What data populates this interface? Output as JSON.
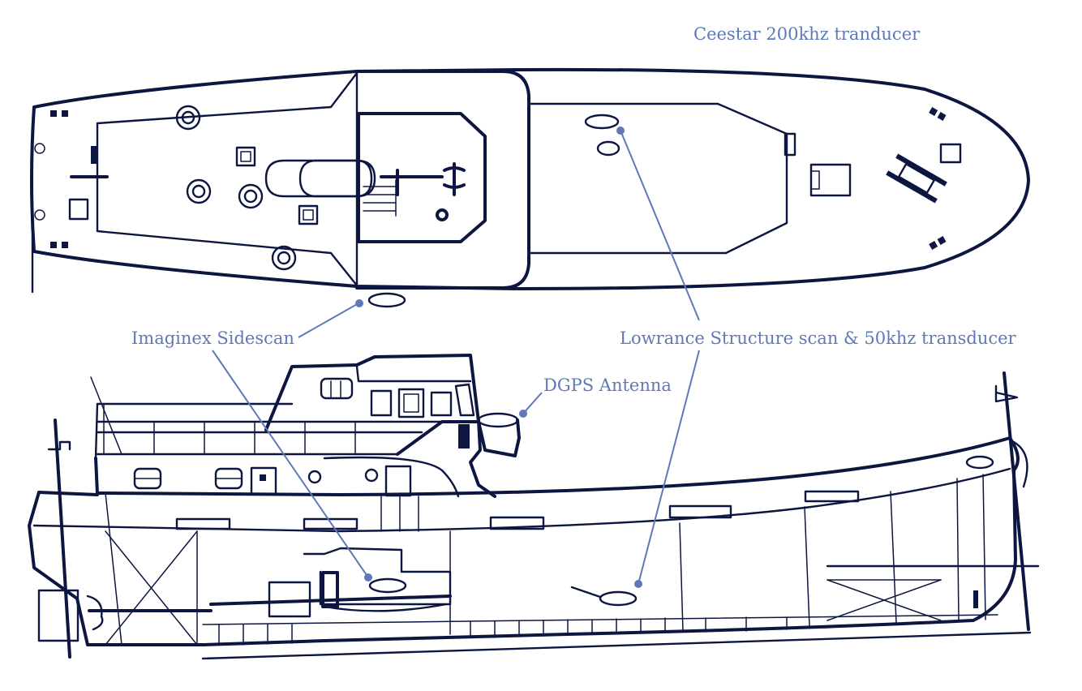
{
  "labels": {
    "ceestar": "Ceestar 200khz tranducer",
    "imaginex": "Imaginex Sidescan",
    "lowrance": "Lowrance Structure scan & 50khz transducer",
    "dgps": "DGPS Antenna"
  },
  "colors": {
    "line": "#0d1640",
    "annotation": "#5e78b8",
    "background": "#ffffff"
  }
}
